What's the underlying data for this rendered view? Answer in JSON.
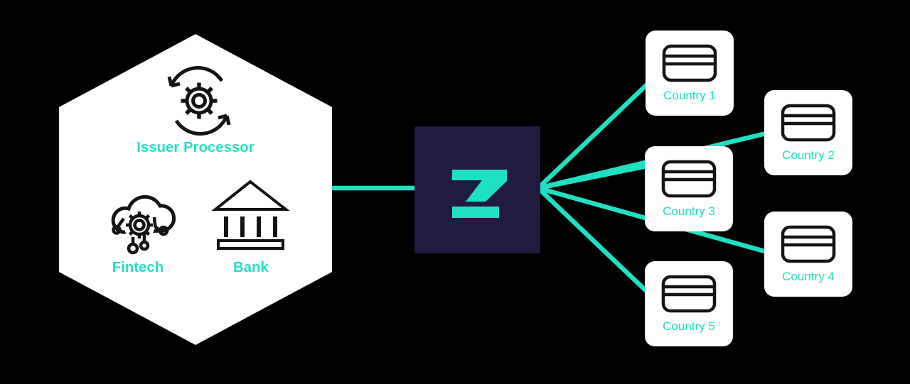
{
  "colors": {
    "background": "#000000",
    "accent_teal": "#1EE1C3",
    "hub_background": "#221B41",
    "shape_white": "#FFFFFF",
    "icon_stroke": "#141414"
  },
  "hexagon": {
    "items": [
      {
        "id": "issuer-processor",
        "label": "Issuer Processor",
        "icon": "sync-gear-icon"
      },
      {
        "id": "fintech",
        "label": "Fintech",
        "icon": "cloud-circuit-gear-icon"
      },
      {
        "id": "bank",
        "label": "Bank",
        "icon": "bank-building-icon"
      }
    ]
  },
  "hub": {
    "icon": "z-logo"
  },
  "countries": [
    {
      "label": "Country 1",
      "icon": "credit-card-icon"
    },
    {
      "label": "Country 2",
      "icon": "credit-card-icon"
    },
    {
      "label": "Country 3",
      "icon": "credit-card-icon"
    },
    {
      "label": "Country 4",
      "icon": "credit-card-icon"
    },
    {
      "label": "Country 5",
      "icon": "credit-card-icon"
    }
  ]
}
